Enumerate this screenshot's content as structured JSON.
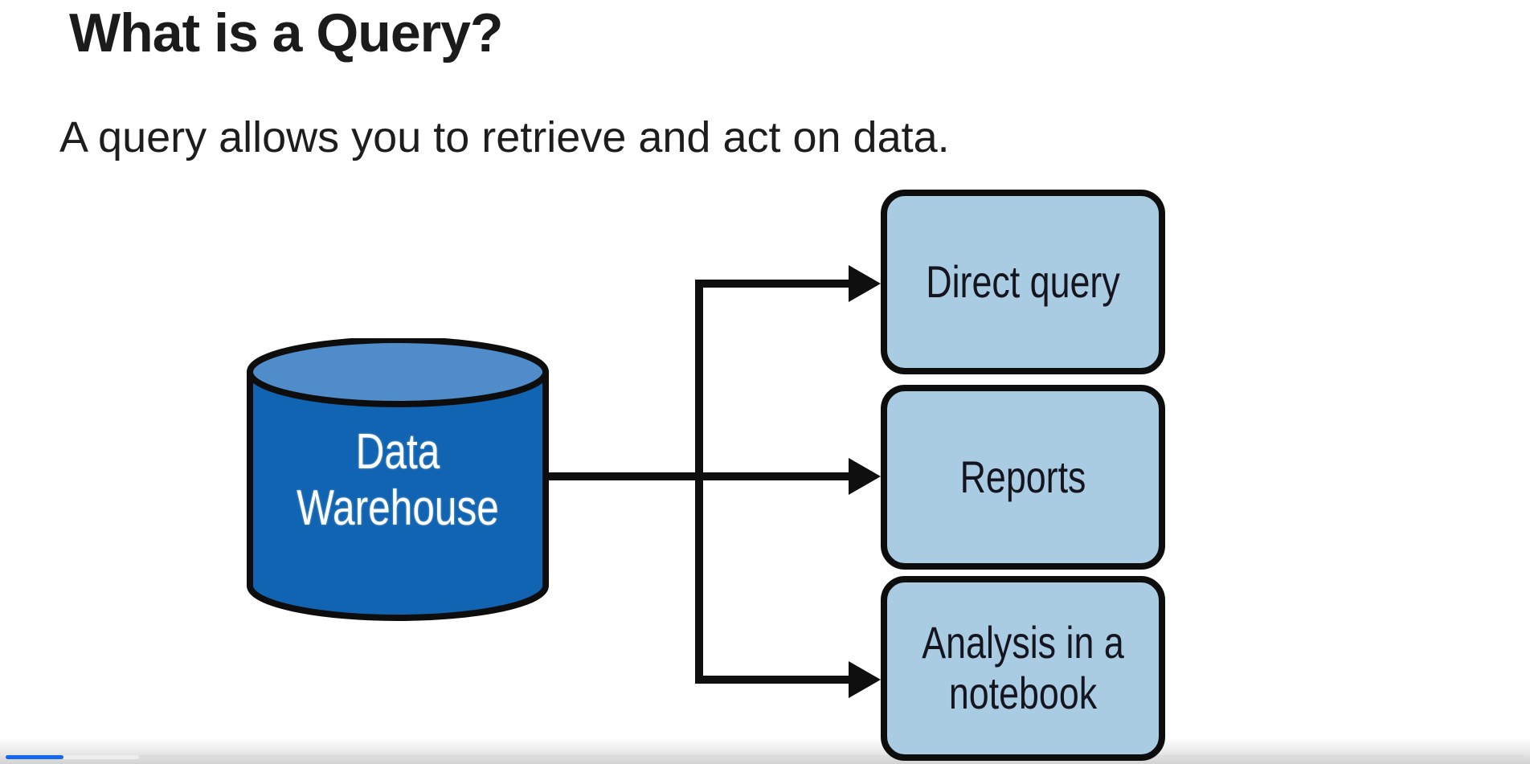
{
  "slide": {
    "title": "What is a Query?",
    "subtitle": "A query allows you to retrieve and act on data."
  },
  "diagram": {
    "source": {
      "lines": [
        "Data",
        "Warehouse"
      ]
    },
    "targets": [
      {
        "label": "Direct query"
      },
      {
        "label": "Reports"
      },
      {
        "label": "Analysis in a notebook"
      }
    ]
  },
  "player": {
    "progress_percent": 3.8,
    "buffered_percent": 8.8
  },
  "colors": {
    "cylinder_body": "#1164b2",
    "cylinder_top": "#4f8cc9",
    "box_fill": "#a9cce3",
    "outline": "#0d0d0d",
    "progress_blue": "#1467ef",
    "text_dark": "#15151f"
  }
}
